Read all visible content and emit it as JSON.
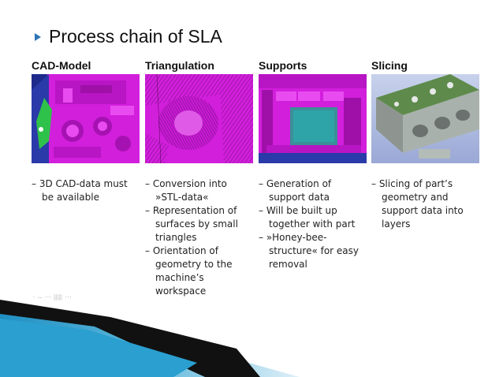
{
  "slide": {
    "title": "Process chain of SLA",
    "footnote": "· -- ··· ░░ ···"
  },
  "columns": [
    {
      "header": "CAD-Model",
      "items": [
        "– 3D CAD-data must be available"
      ]
    },
    {
      "header": "Triangulation",
      "items": [
        "– Conversion into »STL-data«",
        "– Representation of surfaces by small triangles",
        "– Orientation of geometry to the machine’s workspace"
      ]
    },
    {
      "header": "Supports",
      "items": [
        "– Generation of support data",
        "– Will be built up together with part",
        "– »Honey-bee-structure« for easy removal"
      ]
    },
    {
      "header": "Slicing",
      "items": [
        "– Slicing of part’s geometry and support data into layers"
      ]
    }
  ],
  "colors": {
    "bullet": "#2e75b6",
    "magenta": "#d21fdc",
    "swoosh_blue": "#1f8fc2",
    "swoosh_dark": "#111111"
  }
}
